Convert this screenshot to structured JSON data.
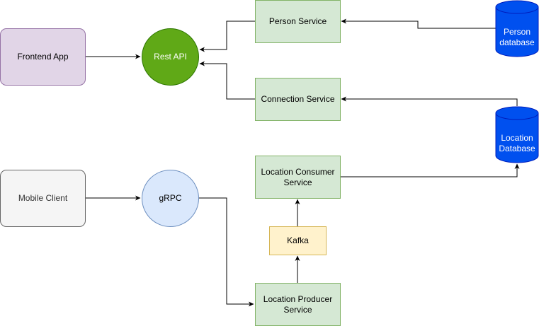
{
  "nodes": {
    "frontend_app": "Frontend App",
    "rest_api": "Rest API",
    "person_service": "Person Service",
    "person_database": [
      "Person",
      "database"
    ],
    "connection_service": "Connection Service",
    "location_database": [
      "Location",
      "Database"
    ],
    "mobile_client": "Mobile Client",
    "grpc": "gRPC",
    "location_consumer_service": [
      "Location Consumer",
      "Service"
    ],
    "kafka": "Kafka",
    "location_producer_service": [
      "Location Producer",
      "Service"
    ]
  },
  "colors": {
    "frontend_fill": "#e1d5e7",
    "frontend_stroke": "#9673a6",
    "rest_fill": "#60a917",
    "rest_stroke": "#2d7600",
    "service_fill": "#d5e8d4",
    "service_stroke": "#82b366",
    "db_fill": "#0050ef",
    "db_stroke": "#001dbc",
    "mobile_fill": "#f5f5f5",
    "mobile_stroke": "#666666",
    "grpc_fill": "#dae8fc",
    "grpc_stroke": "#6c8ebf",
    "kafka_fill": "#fff2cc",
    "kafka_stroke": "#d6b656"
  }
}
